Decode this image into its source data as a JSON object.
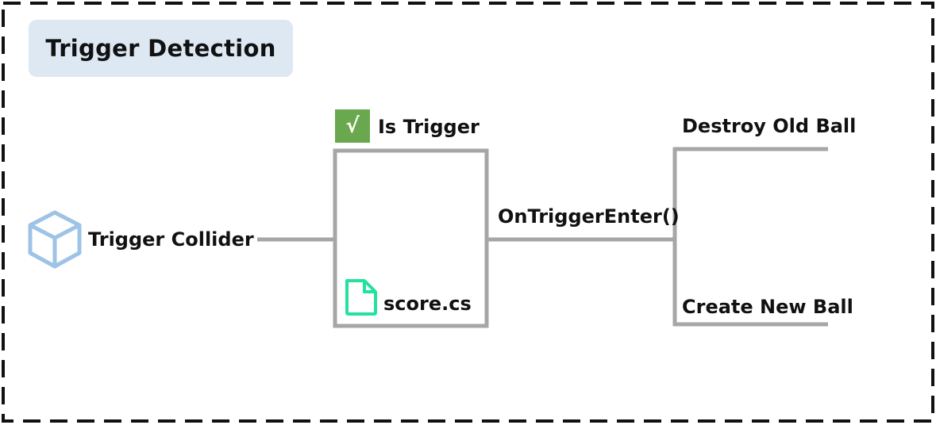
{
  "diagram": {
    "title": "Trigger Detection",
    "nodes": {
      "collider": {
        "label": "Trigger Collider",
        "icon": "cube-icon"
      },
      "object": {
        "checkbox": {
          "mark": "√",
          "label": "Is Trigger"
        },
        "script": {
          "label": "score.cs",
          "icon": "script-file-icon"
        }
      },
      "method": {
        "label": "OnTriggerEnter()"
      },
      "outcomes": [
        {
          "label": "Destroy Old Ball"
        },
        {
          "label": "Create New Ball"
        }
      ]
    },
    "colors": {
      "line": "#a6a6a6",
      "title_background": "#dde8f3",
      "checkbox": "#6aa84f",
      "cube_icon": "#9dc3e6",
      "script_icon": "#22e29e",
      "border": "#111111"
    }
  }
}
